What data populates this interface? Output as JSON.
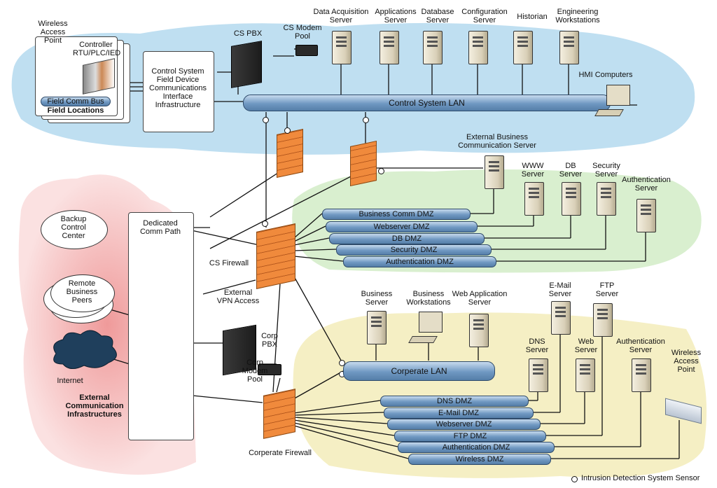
{
  "field": {
    "wireless_access_point": "Wireless\nAccess\nPoint",
    "controller": "Controller\nRTU/PLC/IED",
    "field_comm_bus": "Field Comm Bus",
    "field_locations": "Field Locations"
  },
  "control_system": {
    "field_device_comm": "Control System\nField Device\nCommunications\nInterface\nInfrastructure",
    "cs_pbx": "CS PBX",
    "cs_modem_pool": "CS Modem\nPool",
    "lan": "Control System LAN",
    "hmi": "HMI Computers",
    "servers": [
      "Data Acquisition\nServer",
      "Applications\nServer",
      "Database\nServer",
      "Configuration\nServer",
      "Historian",
      "Engineering\nWorkstations"
    ]
  },
  "business_dmz": {
    "ext_comm_server": "External Business\nCommunication Server",
    "servers": [
      "WWW\nServer",
      "DB\nServer",
      "Security\nServer",
      "Authentication\nServer"
    ],
    "pipes": [
      "Business Comm DMZ",
      "Webserver DMZ",
      "DB DMZ",
      "Security DMZ",
      "Authentication DMZ"
    ]
  },
  "external": {
    "backup": "Backup\nControl\nCenter",
    "dedicated_path": "Dedicated\nComm Path",
    "remote_peers": "Remote\nBusiness\nPeers",
    "internet": "Internet",
    "ext_comm_infra": "External\nCommunication\nInfrastructures",
    "cs_firewall": "CS Firewall",
    "external_vpn": "External\nVPN Access"
  },
  "corporate": {
    "corp_pbx": "Corp\nPBX",
    "corp_modem_pool": "Corp\nModem\nPool",
    "corporate_firewall": "Corperate Firewall",
    "lan": "Corperate LAN",
    "business_server": "Business\nServer",
    "business_workstations": "Business\nWorkstations",
    "web_app_server": "Web Application\nServer",
    "email_server": "E-Mail\nServer",
    "ftp_server": "FTP\nServer",
    "dns_server": "DNS\nServer",
    "web_server": "Web\nServer",
    "auth_server": "Authentication\nServer",
    "wireless_ap": "Wireless\nAccess\nPoint",
    "pipes": [
      "DNS DMZ",
      "E-Mail DMZ",
      "Webserver DMZ",
      "FTP DMZ",
      "Authentication DMZ",
      "Wireless DMZ"
    ]
  },
  "legend": {
    "ids": "Intrusion Detection System Sensor"
  },
  "colors": {
    "control_zone": "#bfdff1",
    "business_zone": "#d9efcf",
    "corporate_zone": "#f5efc4",
    "external_zone": "#f4c4c4",
    "firewall": "#f08a3c",
    "pipe": "#6f98c2"
  }
}
